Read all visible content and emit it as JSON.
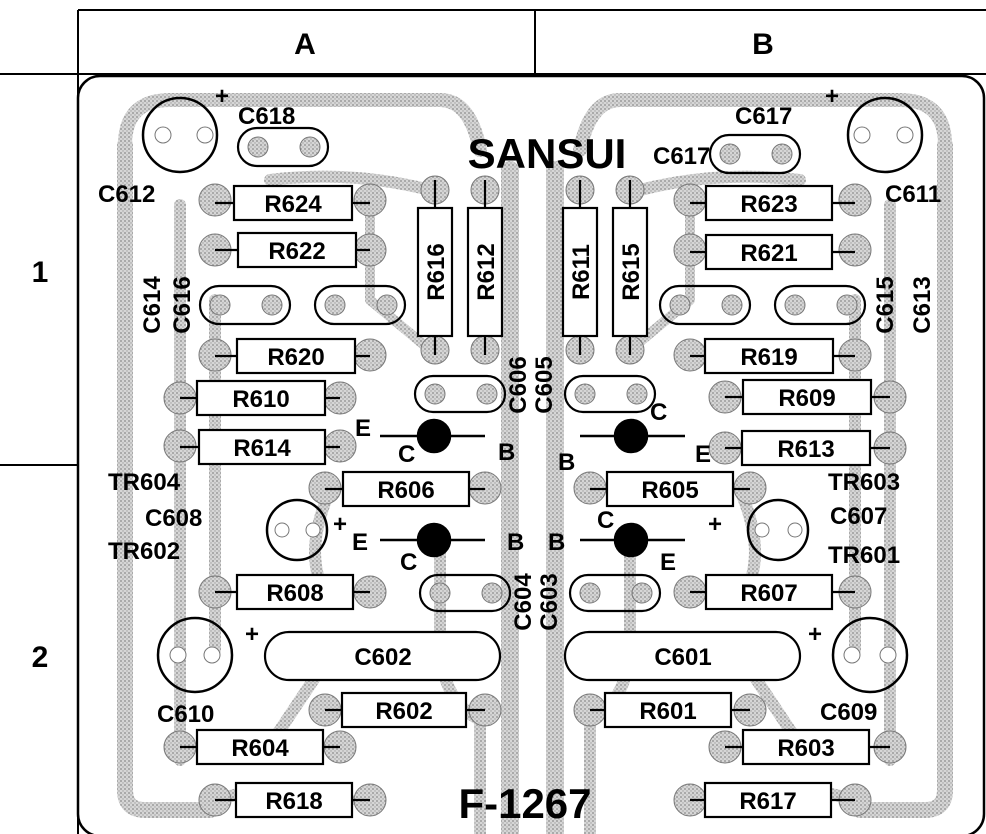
{
  "grid": {
    "columns": [
      "A",
      "B"
    ],
    "rows": [
      "1",
      "2"
    ]
  },
  "brand": "SANSUI",
  "board_id": "F-1267",
  "resistors_horizontal": [
    {
      "ref": "R624"
    },
    {
      "ref": "R622"
    },
    {
      "ref": "R620"
    },
    {
      "ref": "R610"
    },
    {
      "ref": "R614"
    },
    {
      "ref": "R606"
    },
    {
      "ref": "R608"
    },
    {
      "ref": "R602"
    },
    {
      "ref": "R604"
    },
    {
      "ref": "R618"
    },
    {
      "ref": "R623"
    },
    {
      "ref": "R621"
    },
    {
      "ref": "R619"
    },
    {
      "ref": "R609"
    },
    {
      "ref": "R613"
    },
    {
      "ref": "R605"
    },
    {
      "ref": "R607"
    },
    {
      "ref": "R601"
    },
    {
      "ref": "R603"
    },
    {
      "ref": "R617"
    }
  ],
  "resistors_vertical": [
    {
      "ref": "R616"
    },
    {
      "ref": "R612"
    },
    {
      "ref": "R611"
    },
    {
      "ref": "R615"
    }
  ],
  "capacitors_film": [
    {
      "ref": "C602"
    },
    {
      "ref": "C601"
    }
  ],
  "labels": [
    {
      "text": "C618"
    },
    {
      "text": "C612"
    },
    {
      "text": "C617"
    },
    {
      "text": "C617"
    },
    {
      "text": "C611"
    },
    {
      "text": "C614"
    },
    {
      "text": "C616"
    },
    {
      "text": "C615"
    },
    {
      "text": "C613"
    },
    {
      "text": "C606"
    },
    {
      "text": "C605"
    },
    {
      "text": "C604"
    },
    {
      "text": "C603"
    },
    {
      "text": "TR604"
    },
    {
      "text": "C608"
    },
    {
      "text": "TR602"
    },
    {
      "text": "C610"
    },
    {
      "text": "TR603"
    },
    {
      "text": "C607"
    },
    {
      "text": "TR601"
    },
    {
      "text": "C609"
    },
    {
      "text": "E"
    },
    {
      "text": "C"
    },
    {
      "text": "B"
    },
    {
      "text": "E"
    },
    {
      "text": "C"
    },
    {
      "text": "B"
    },
    {
      "text": "C"
    },
    {
      "text": "B"
    },
    {
      "text": "E"
    },
    {
      "text": "B"
    },
    {
      "text": "C"
    },
    {
      "text": "E"
    },
    {
      "text": "+"
    },
    {
      "text": "+"
    },
    {
      "text": "+"
    },
    {
      "text": "+"
    },
    {
      "text": "+"
    },
    {
      "text": "+"
    }
  ],
  "colors": {
    "copper": "#c8c8c8",
    "ink": "#000000",
    "paper": "#ffffff"
  }
}
